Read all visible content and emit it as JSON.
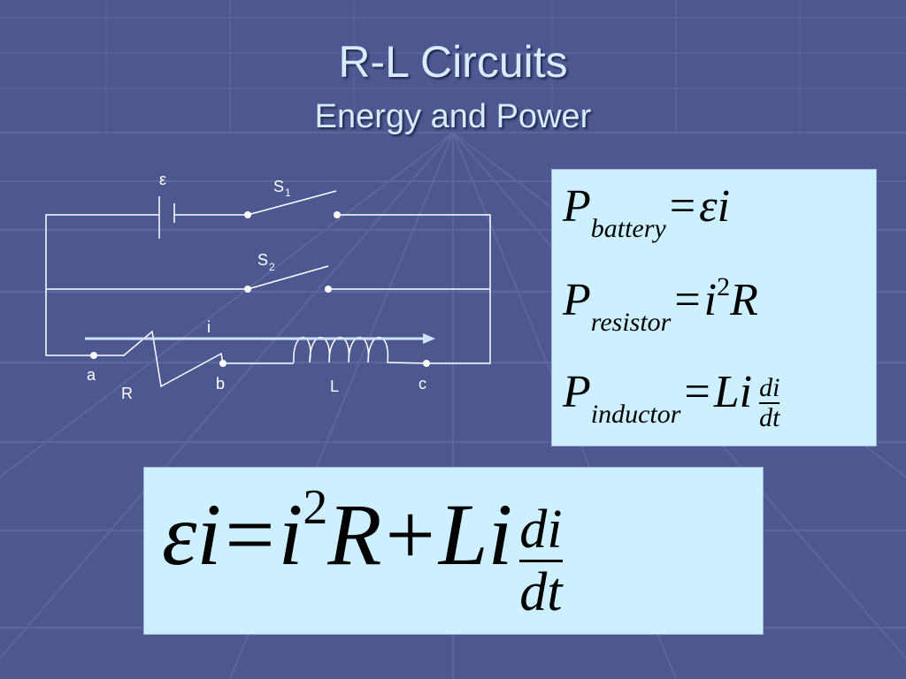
{
  "slide": {
    "title": "R-L Circuits",
    "subtitle": "Energy and Power"
  },
  "circuit": {
    "labels": {
      "emf": "ε",
      "switch1": "S",
      "switch1_sub": "1",
      "switch2": "S",
      "switch2_sub": "2",
      "current": "i",
      "node_a": "a",
      "node_b": "b",
      "node_c": "c",
      "resistor": "R",
      "inductor": "L"
    }
  },
  "equations": {
    "p_symbol": "P",
    "battery_sub": "battery",
    "resistor_sub": "resistor",
    "inductor_sub": "inductor",
    "equals": "=",
    "battery_rhs": "εi",
    "resistor_i": "i",
    "resistor_exp": "2",
    "resistor_R": "R",
    "inductor_Li": "Li",
    "frac_num": "di",
    "frac_den": "dt"
  },
  "main_equation": {
    "lhs": "εi",
    "equals": "=",
    "i": "i",
    "exp": "2",
    "R": "R",
    "plus": "+",
    "Li": "Li",
    "frac_num": "di",
    "frac_den": "dt"
  },
  "colors": {
    "background": "#4e5890",
    "title": "#d6ecff",
    "box": "#ccf0ff",
    "arrow": "#cfe3ff"
  }
}
